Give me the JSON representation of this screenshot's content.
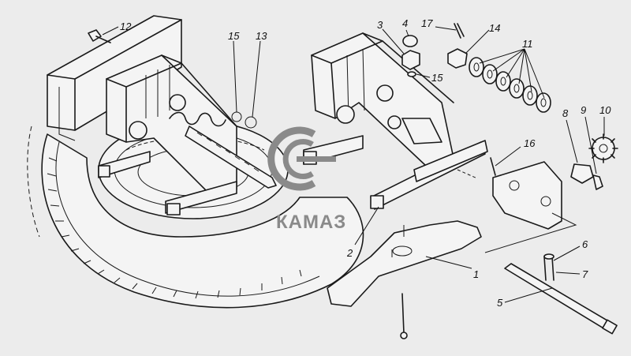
{
  "logo": {
    "text": "КАМАЗ",
    "color": "#8a8a8a"
  },
  "callouts": [
    {
      "num": "1"
    },
    {
      "num": "2"
    },
    {
      "num": "3"
    },
    {
      "num": "4"
    },
    {
      "num": "5"
    },
    {
      "num": "6"
    },
    {
      "num": "7"
    },
    {
      "num": "8"
    },
    {
      "num": "9"
    },
    {
      "num": "10"
    },
    {
      "num": "11"
    },
    {
      "num": "12"
    },
    {
      "num": "13"
    },
    {
      "num": "14"
    },
    {
      "num": "15"
    },
    {
      "num": "15"
    },
    {
      "num": "16"
    },
    {
      "num": "17"
    }
  ]
}
